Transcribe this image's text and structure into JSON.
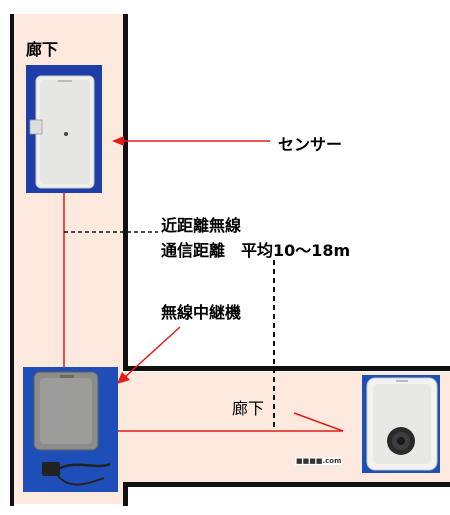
{
  "labels": {
    "corridor_top": "廊下",
    "sensor": "センサー",
    "range_line1": "近距離無線",
    "range_line2": "通信距離　平均10～18m",
    "repeater": "無線中継機",
    "corridor_bottom": "廊下",
    "watermark": "■■■■.com"
  },
  "colors": {
    "corridor_fill": "#fde9dd",
    "wall": "#111111",
    "signal_line": "#e41b1b",
    "arrow": "#e41b1b",
    "range_line": "#111111"
  },
  "icons": {
    "sensor_device": "motion-sensor-device",
    "repeater_device": "repeater-device-with-adapter",
    "receiver_device": "receiver-device-with-speaker"
  }
}
